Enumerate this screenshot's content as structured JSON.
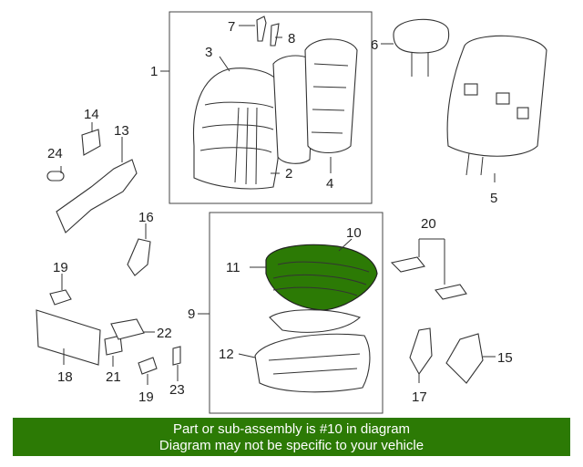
{
  "callouts": {
    "n1": "1",
    "n2": "2",
    "n3": "3",
    "n4": "4",
    "n5": "5",
    "n6": "6",
    "n7": "7",
    "n8": "8",
    "n9": "9",
    "n10": "10",
    "n11": "11",
    "n12": "12",
    "n13": "13",
    "n14": "14",
    "n15": "15",
    "n16": "16",
    "n17": "17",
    "n18": "18",
    "n19a": "19",
    "n19b": "19",
    "n20": "20",
    "n21": "21",
    "n22": "22",
    "n23": "23",
    "n24": "24"
  },
  "highlight_color": "#2c7a05",
  "banner": {
    "line1": "Part or sub-assembly is #10 in diagram",
    "line2": "Diagram may not be specific to your vehicle"
  }
}
